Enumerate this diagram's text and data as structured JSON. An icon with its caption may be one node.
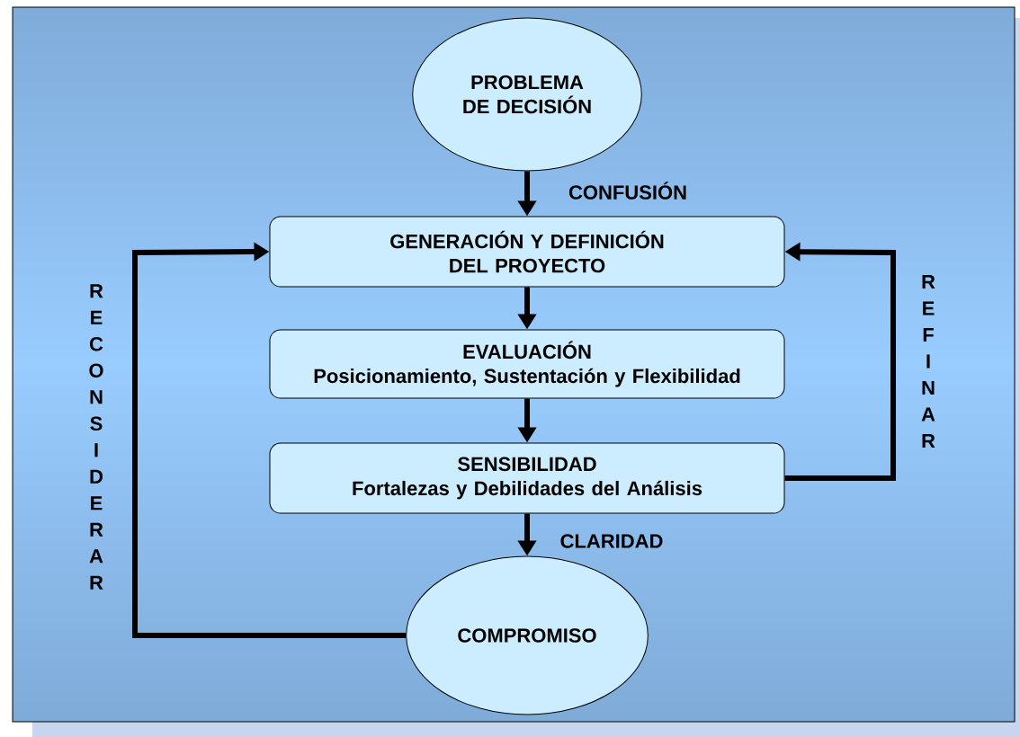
{
  "diagram": {
    "nodes": [
      {
        "text": [
          "PROBLEMA DE DECISIÓN"
        ]
      },
      {
        "text": [
          "GENERACIÓN Y DEFINICIÓN DEL PROYECTO"
        ]
      },
      {
        "text": [
          "EVALUACIÓN",
          "Posicionamiento, Sustentación y Flexibilidad"
        ]
      },
      {
        "text": [
          "SENSIBILIDAD",
          "Fortalezas y Debilidades del Análisis"
        ]
      },
      {
        "text": [
          "COMPROMISO"
        ]
      }
    ],
    "edges": [
      {
        "from": 0,
        "to": 1,
        "arrow": "to",
        "label": "CONFUSIÓN"
      },
      {
        "from": 1,
        "to": 2,
        "arrow": "to"
      },
      {
        "from": 2,
        "to": 3,
        "arrow": "to"
      },
      {
        "from": 3,
        "to": 4,
        "arrow": "to",
        "label": "CLARIDAD"
      },
      {
        "from": 4,
        "to": 1,
        "arrow": "to",
        "label": "RECONSIDERAR"
      },
      {
        "from": 3,
        "to": 1,
        "arrow": "to",
        "label": "REFINAR"
      }
    ]
  }
}
